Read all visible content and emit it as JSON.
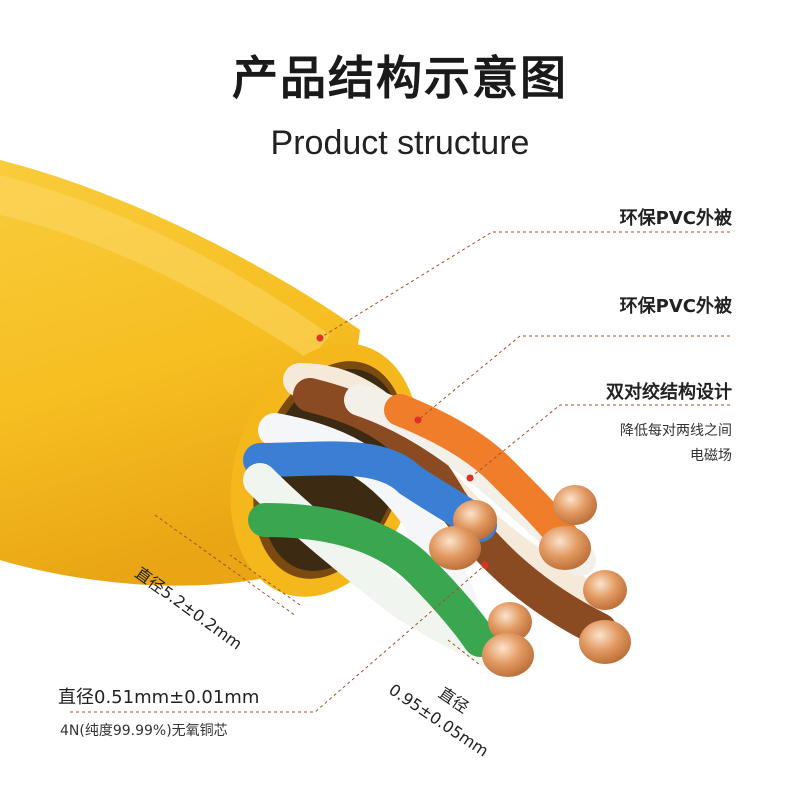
{
  "title": "产品结构示意图",
  "subtitle": "Product structure",
  "labels": {
    "jacket_1": "环保PVC外被",
    "jacket_2": "环保PVC外被",
    "twist": "双对绞结构设计",
    "twist_desc_1": "降低每对两线之间",
    "twist_desc_2": "电磁场",
    "outer_diameter": "直径5.2±0.2mm",
    "conductor_diameter": "直径0.51mm±0.01mm",
    "conductor_material": "4N(纯度99.99%)无氧铜芯",
    "insulation_label": "直径",
    "insulation_value": "0.95±0.05mm"
  },
  "colors": {
    "jacket": "#f6bf22",
    "jacket_shadow": "#e3a20d",
    "copper": "#d98a52",
    "leader_line": "#a0522d",
    "marker": "#e0302a"
  }
}
